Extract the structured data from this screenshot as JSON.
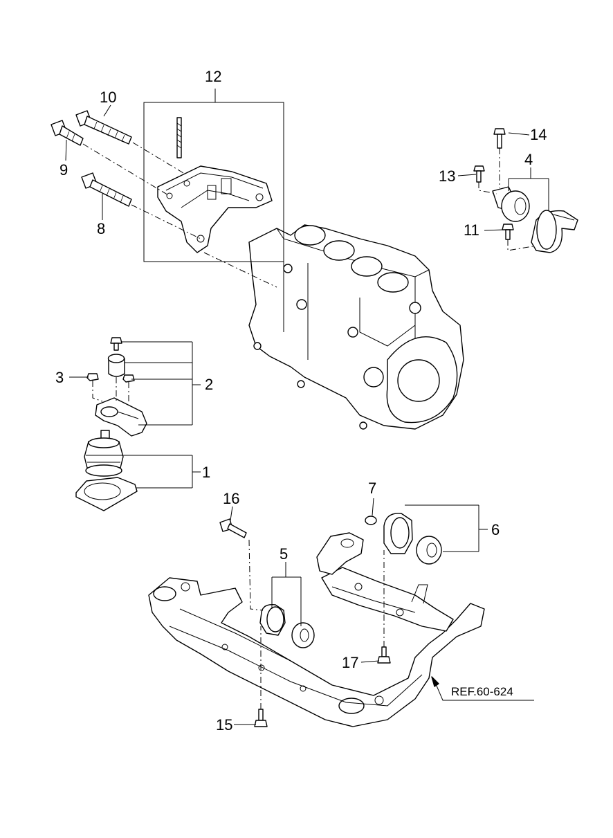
{
  "callouts": {
    "c1": "1",
    "c2": "2",
    "c3": "3",
    "c4": "4",
    "c5": "5",
    "c6": "6",
    "c7": "7",
    "c8": "8",
    "c9": "9",
    "c10": "10",
    "c11": "11",
    "c12": "12",
    "c13": "13",
    "c14": "14",
    "c15": "15",
    "c16": "16",
    "c17": "17"
  },
  "reference": "REF.60-624"
}
